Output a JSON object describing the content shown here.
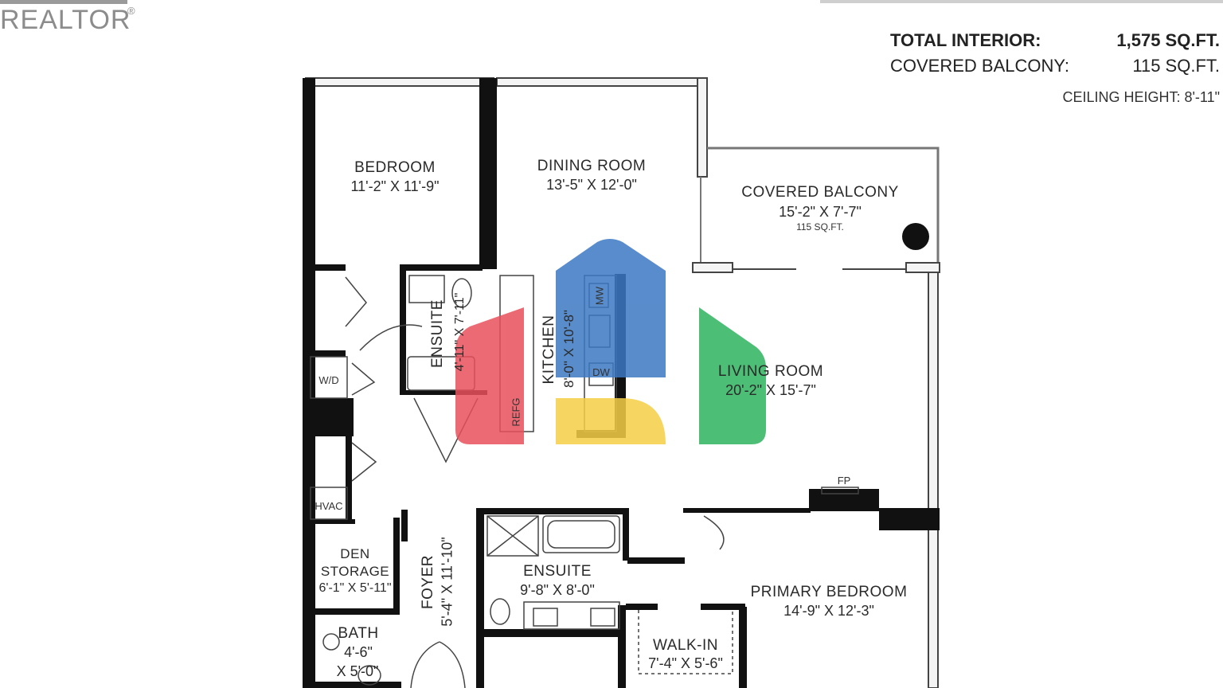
{
  "branding": {
    "logo_text": "REALTOR",
    "logo_mark": "®"
  },
  "summary": {
    "total_interior_label": "TOTAL INTERIOR:",
    "total_interior_value": "1,575 SQ.FT.",
    "balcony_label": "COVERED BALCONY:",
    "balcony_value": "115 SQ.FT.",
    "ceiling_height": "CEILING HEIGHT: 8'-11\""
  },
  "rooms": {
    "bedroom": {
      "name": "BEDROOM",
      "dims": "11'-2\" X 11'-9\""
    },
    "dining": {
      "name": "DINING ROOM",
      "dims": "13'-5\" X 12'-0\""
    },
    "balcony": {
      "name": "COVERED BALCONY",
      "dims": "15'-2\" X 7'-7\"",
      "area": "115 SQ.FT."
    },
    "ensuite_small": {
      "name": "ENSUITE",
      "dims": "4'-11\" X 7'-11\""
    },
    "kitchen": {
      "name": "KITCHEN",
      "dims": "8'-0\" X 10'-8\""
    },
    "living": {
      "name": "LIVING ROOM",
      "dims": "20'-2\" X 15'-7\""
    },
    "den_storage": {
      "name_line1": "DEN",
      "name_line2": "STORAGE",
      "dims": "6'-1\" X 5'-11\""
    },
    "foyer": {
      "name": "FOYER",
      "dims": "5'-4\" X 11'-10\""
    },
    "ensuite_main": {
      "name": "ENSUITE",
      "dims": "9'-8\" X 8'-0\""
    },
    "primary": {
      "name": "PRIMARY BEDROOM",
      "dims": "14'-9\" X 12'-3\""
    },
    "walkin": {
      "name": "WALK-IN",
      "dims": "7'-4\" X 5'-6\""
    },
    "bath": {
      "name": "BATH",
      "dims_line1": "4'-6\"",
      "dims_line2": "X 5'-0\""
    }
  },
  "fixtures": {
    "wd": "W/D",
    "hvac": "HVAC",
    "dw": "DW",
    "mw": "MW",
    "refg": "REFG",
    "fp": "FP"
  },
  "watermark": {
    "colors": [
      "#e8505b",
      "#3b78c3",
      "#f5cf46",
      "#2db35d"
    ]
  }
}
